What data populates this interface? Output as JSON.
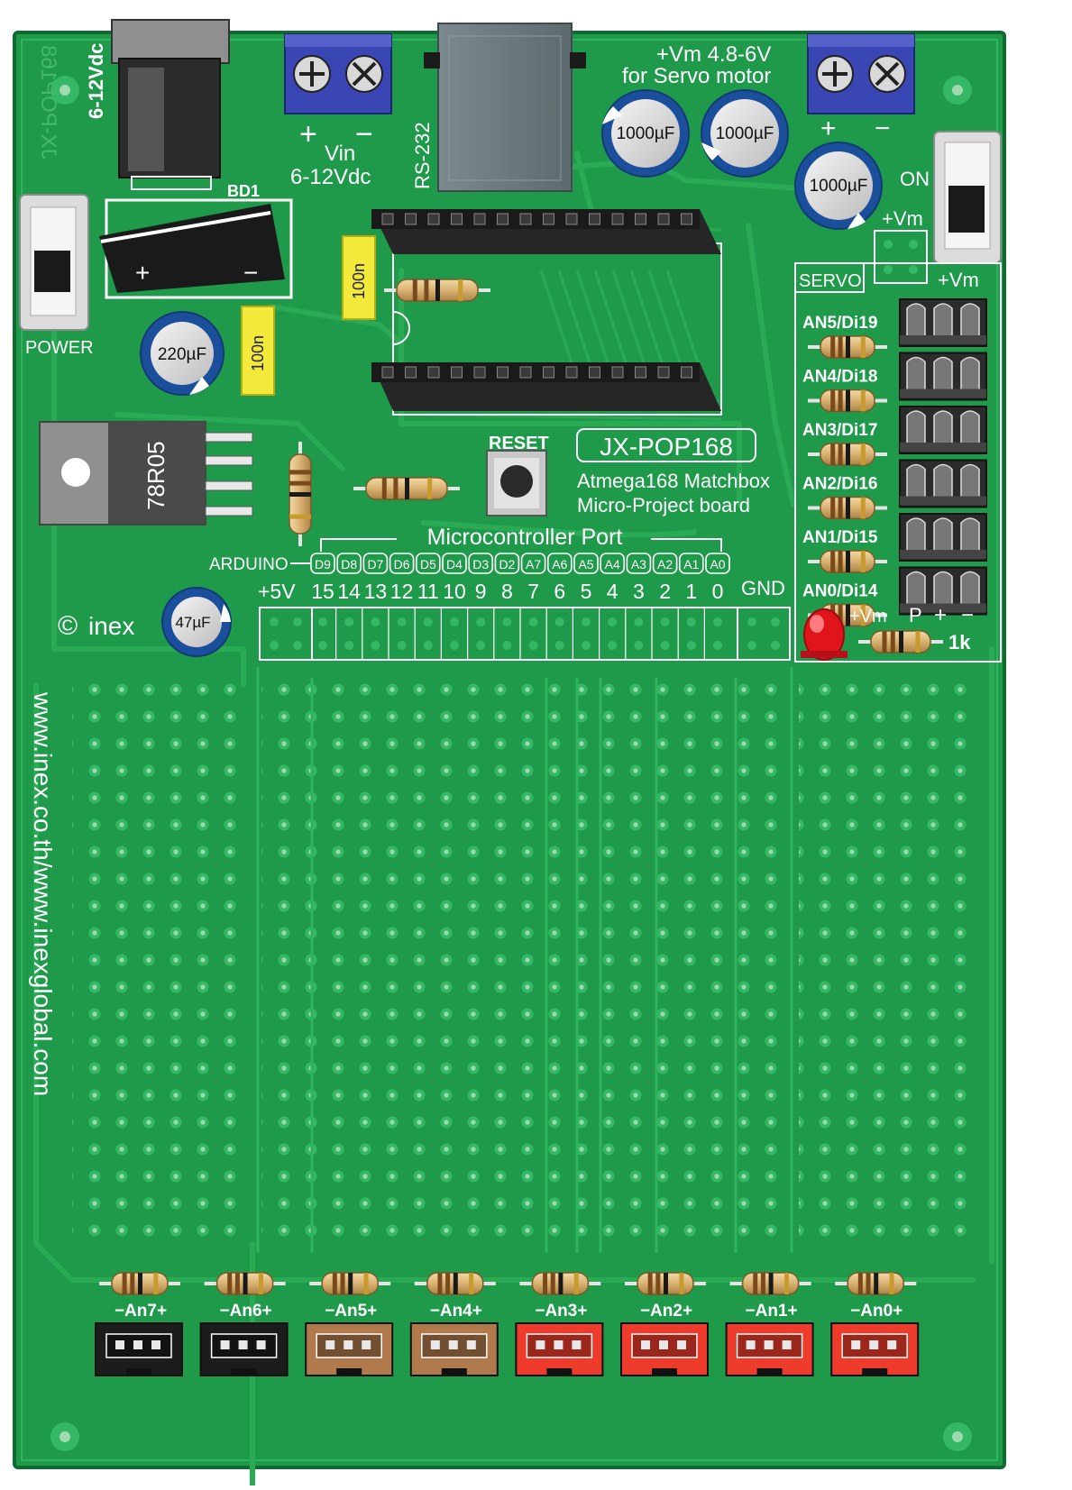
{
  "board": {
    "name": "JX-POP168",
    "mirror_name": "JX-POP168",
    "subtitle_1": "Atmega168 Matchbox",
    "subtitle_2": "Micro-Project board",
    "copyright": "inex",
    "website": "www.inex.co.th/www.inexglobal.com",
    "colors": {
      "pcb": "#1f9a4a",
      "pcb_dark": "#17803b",
      "pcb_trace": "#2fb35c",
      "edge": "#0f6b30",
      "silk": "#ffffff",
      "cap_blue": "#1b4f9c",
      "header_black": "#222222",
      "led_red": "#e0141b",
      "film_cap_yellow": "#f3e93a",
      "connector_red": "#ef3b2a",
      "connector_brown": "#b57a4a"
    }
  },
  "power": {
    "dc_jack_label": "6-12Vdc",
    "terminal_plus": "+",
    "terminal_minus": "−",
    "vin_label": "Vin",
    "vin_range": "6-12Vdc",
    "serial_label": "RS-232",
    "bridge_label": "BD1",
    "bridge_plus": "+",
    "bridge_minus": "−",
    "switch_label": "POWER",
    "servo_supply_line1": "+Vm  4.8-6V",
    "servo_supply_line2": "for Servo motor",
    "servo_plus": "+",
    "servo_minus": "−",
    "servo_switch_on": "ON",
    "servo_vm_1": "+Vm",
    "servo_vm_2": "+Vm",
    "regulator": "78R05"
  },
  "capacitors": {
    "c1": "1000µF",
    "c2": "1000µF",
    "c3": "1000µF",
    "c220": "220µF",
    "c47": "47µF",
    "film1": "100n",
    "film2": "100n"
  },
  "mcu": {
    "reset_label": "RESET",
    "port_title": "Microcontroller Port",
    "arduino_label": "ARDUINO",
    "arduino_pins": [
      "D9",
      "D8",
      "D7",
      "D6",
      "D5",
      "D4",
      "D3",
      "D2",
      "A7",
      "A6",
      "A5",
      "A4",
      "A3",
      "A2",
      "A1",
      "A0"
    ],
    "port_numbers": [
      "15",
      "14",
      "13",
      "12",
      "11",
      "10",
      "9",
      "8",
      "7",
      "6",
      "5",
      "4",
      "3",
      "2",
      "1",
      "0"
    ],
    "vcc_label": "+5V",
    "gnd_label": "GND"
  },
  "servo": {
    "title": "SERVO",
    "channels": [
      "AN5/Di19",
      "AN4/Di18",
      "AN3/Di17",
      "AN2/Di16",
      "AN1/Di15",
      "AN0/Di14"
    ],
    "vm_label": "+Vm",
    "p_label": "P",
    "plus_label": "+",
    "minus_label": "−",
    "resistor_label": "1k"
  },
  "analog_inputs": [
    {
      "label": "−An7+",
      "color": "#1c1c1c"
    },
    {
      "label": "−An6+",
      "color": "#1c1c1c"
    },
    {
      "label": "−An5+",
      "color": "#b07a4c"
    },
    {
      "label": "−An4+",
      "color": "#b07a4c"
    },
    {
      "label": "−An3+",
      "color": "#ee3b2b"
    },
    {
      "label": "−An2+",
      "color": "#ee3b2b"
    },
    {
      "label": "−An1+",
      "color": "#ee3b2b"
    },
    {
      "label": "−An0+",
      "color": "#ee3b2b"
    }
  ]
}
